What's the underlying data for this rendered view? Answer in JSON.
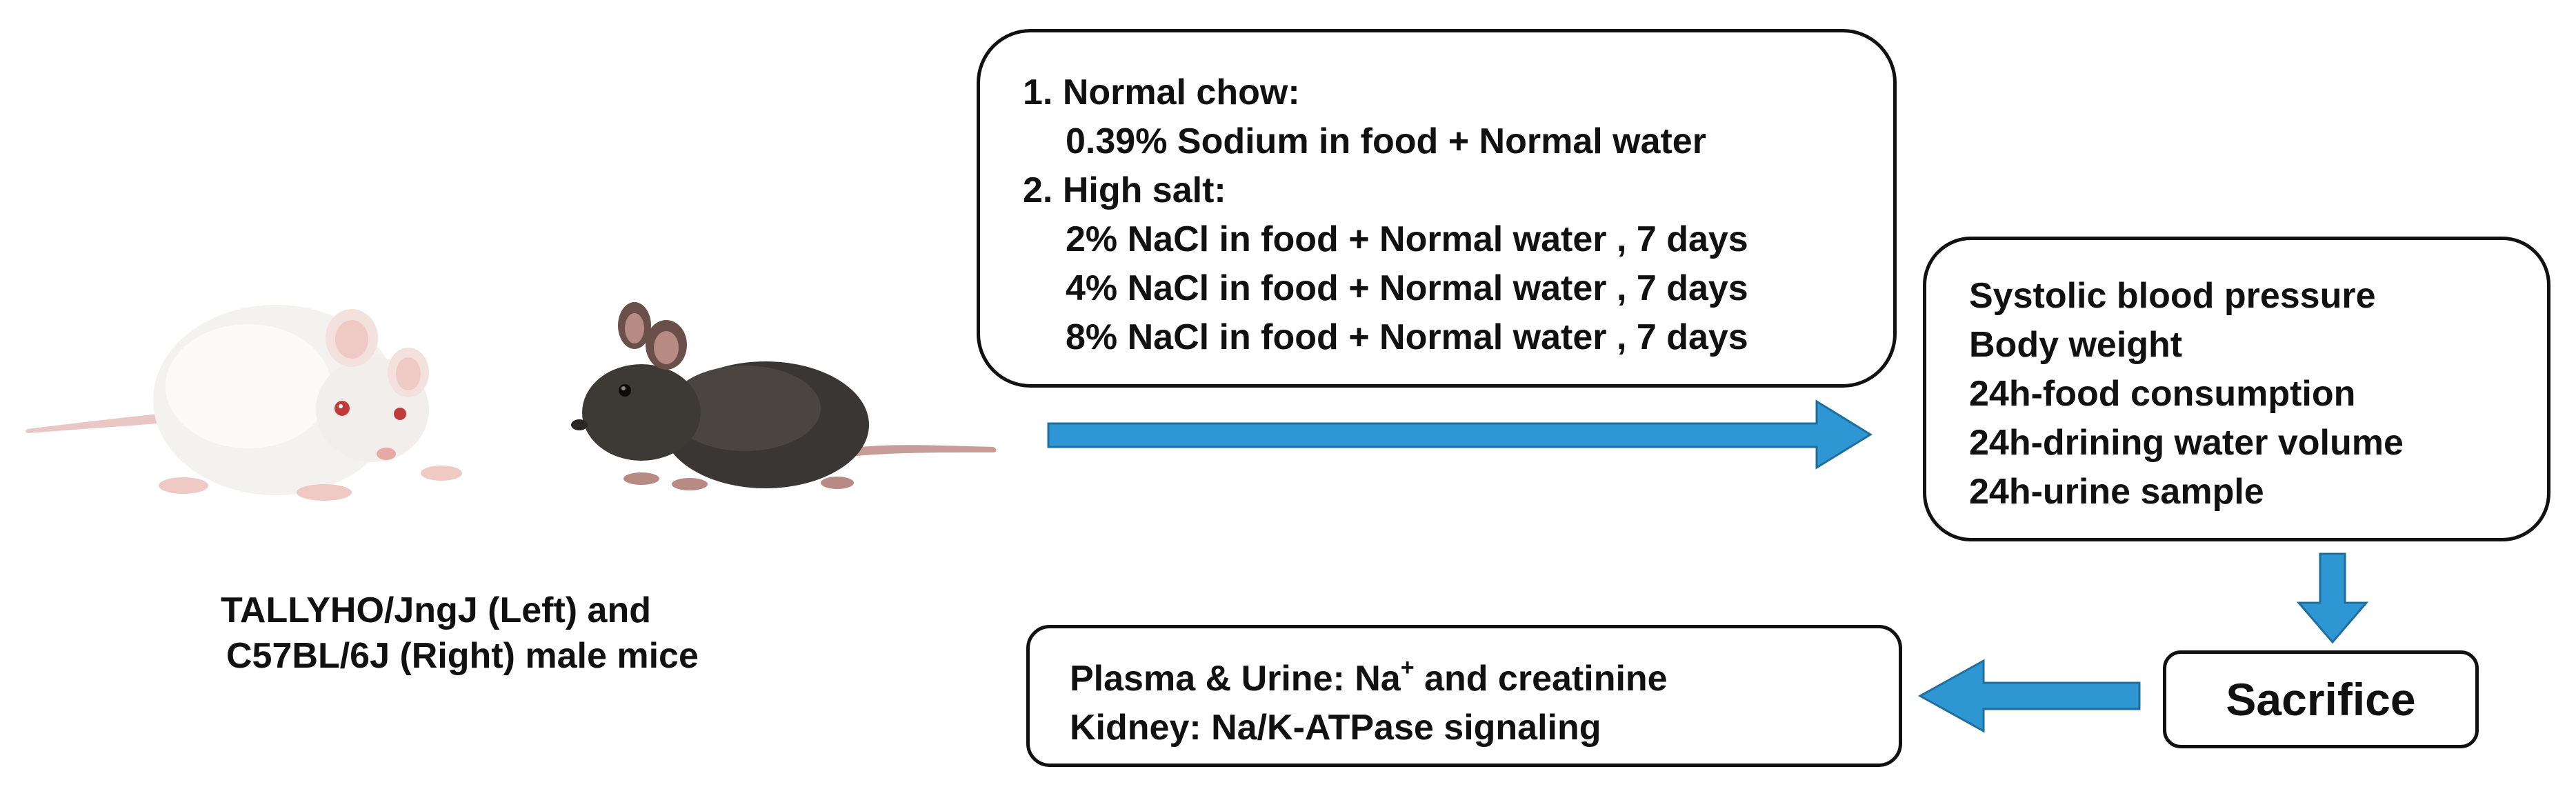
{
  "colors": {
    "arrow_fill": "#2e96d2",
    "arrow_stroke": "#1f6f9e",
    "box_border": "#111111",
    "text": "#111111",
    "albino_mouse_fur": "#f4f2f0",
    "black_mouse_fur": "#3a3633"
  },
  "icons": {
    "left_mouse": "white-mouse-icon",
    "right_mouse": "black-mouse-icon"
  },
  "caption": {
    "line1": "TALLYHO/JngJ (Left) and",
    "line2": "C57BL/6J (Right) male mice"
  },
  "diet_box": {
    "item1_title": "1. Normal chow:",
    "item1_detail": "0.39% Sodium in food + Normal water",
    "item2_title": "2. High salt:",
    "item2_details": [
      "2% NaCl in food + Normal water , 7 days",
      "4% NaCl in food + Normal water , 7 days",
      "8% NaCl in food + Normal water , 7 days"
    ]
  },
  "measurements_box": {
    "items": [
      "Systolic blood pressure",
      "Body weight",
      "24h-food consumption",
      "24h-drining water volume",
      "24h-urine sample"
    ]
  },
  "sacrifice_box": {
    "label": "Sacrifice"
  },
  "analysis_box": {
    "line1_prefix": "Plasma & Urine: Na",
    "line1_sup": "+",
    "line1_suffix": " and creatinine",
    "line2": "Kidney: Na/K-ATPase signaling"
  }
}
